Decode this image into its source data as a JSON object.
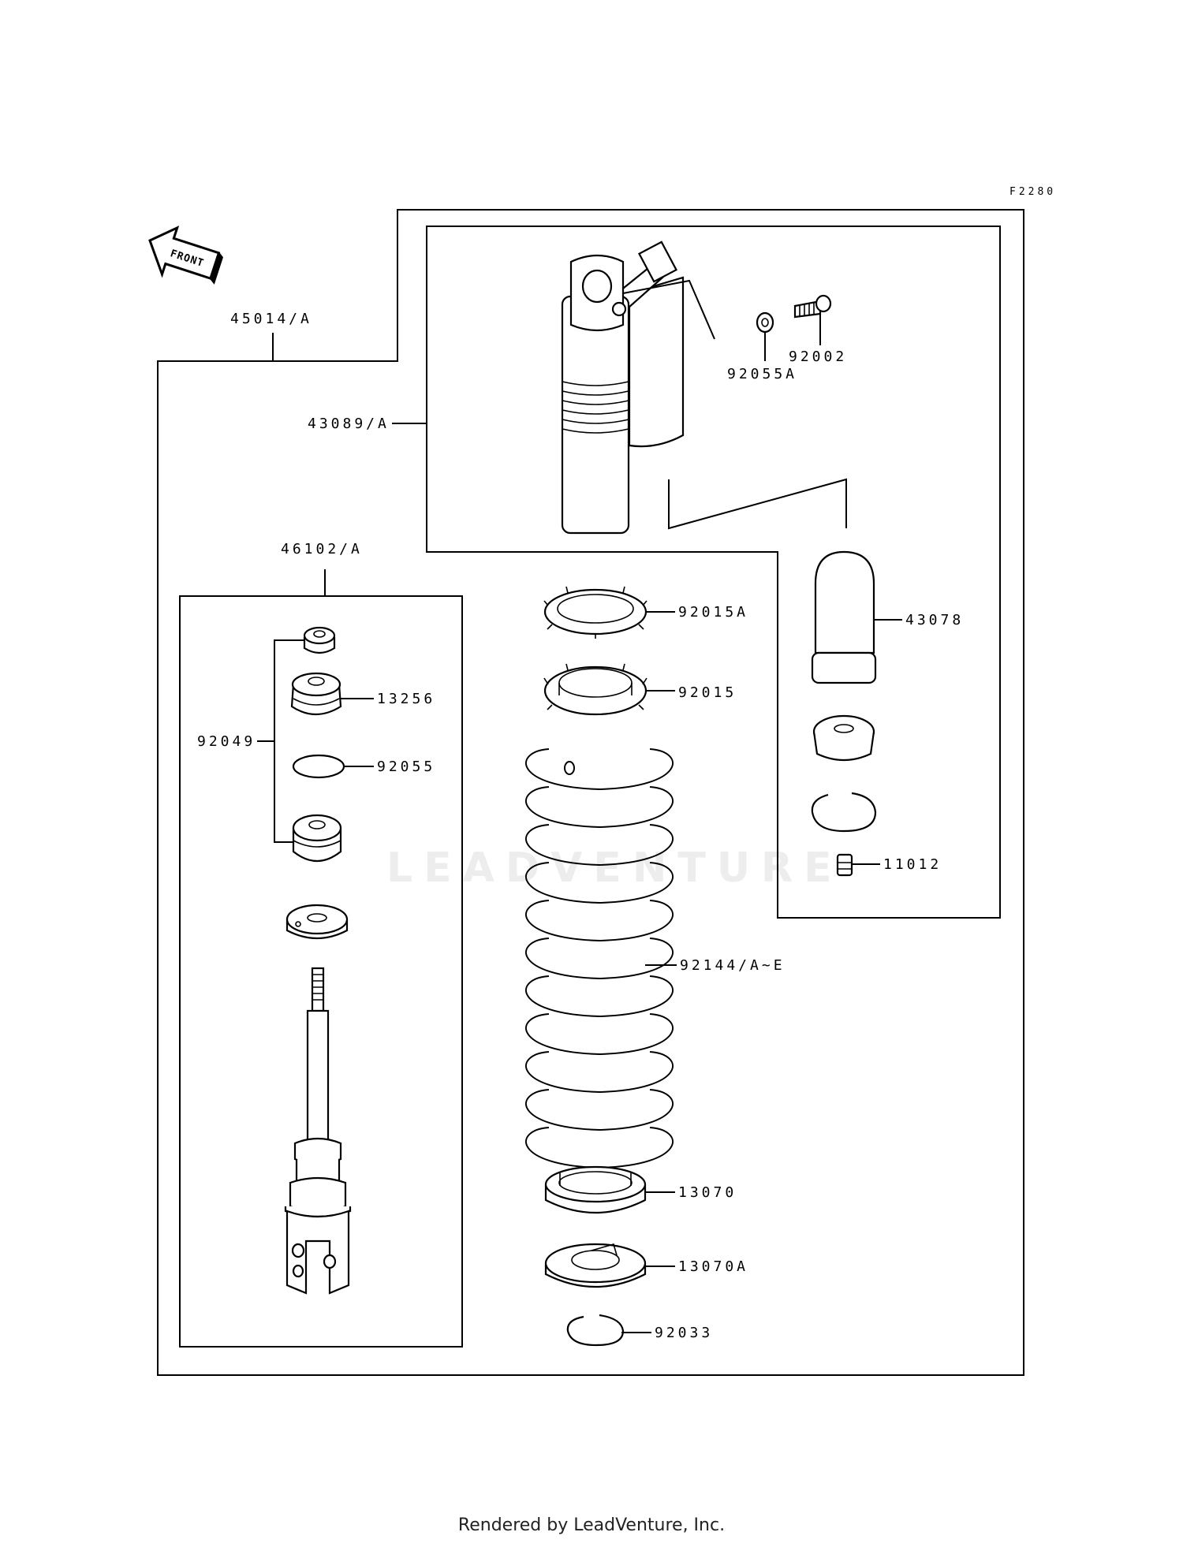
{
  "figure_code": "F2280",
  "front_label": "FRONT",
  "watermark": "LEADVENTURE",
  "footer": "Rendered by LeadVenture, Inc.",
  "parts": {
    "assembly": "45014/A",
    "damper": "43089/A",
    "washer_a": "92055A",
    "bolt": "92002",
    "rod_assembly": "46102/A",
    "nut_a": "92015A",
    "nut": "92015",
    "bladder": "43078",
    "bushing": "13256",
    "bush_set": "92049",
    "o_ring": "92055",
    "valve": "11012",
    "spring": "92144/A~E",
    "spring_seat": "13070",
    "spring_seat_a": "13070A",
    "circlip": "92033"
  }
}
